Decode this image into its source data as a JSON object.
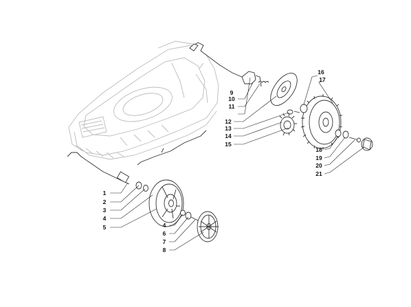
{
  "callouts": {
    "n1": "1",
    "n2": "2",
    "n3": "3",
    "n4": "4",
    "n5": "5",
    "n4b": "4",
    "n6": "6",
    "n7": "7",
    "n8": "8",
    "n9": "9",
    "n10": "10",
    "n11": "11",
    "n12": "12",
    "n13": "13",
    "n14": "14",
    "n15": "15",
    "n16": "16",
    "n17": "17",
    "n18": "18",
    "n19": "19",
    "n20": "20",
    "n21": "21"
  },
  "colors": {
    "deck_outline": "#bbbbbb",
    "part_outline": "#333333",
    "leader_line": "#222222",
    "background": "#ffffff"
  }
}
